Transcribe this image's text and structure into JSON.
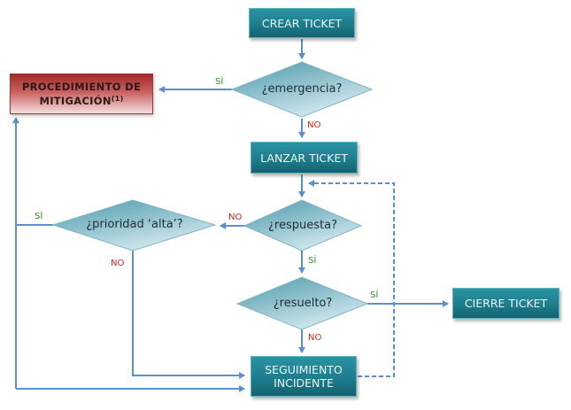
{
  "diagram": {
    "type": "flowchart",
    "language": "es",
    "colors": {
      "process_fill": "#1e7d8c",
      "process_text": "#e8f4f6",
      "mitigation_fill": "#b84444",
      "decision_fill": "#8fc0cc",
      "connector": "#5b8fd0",
      "yes_label": "#3a8a2a",
      "no_label": "#e8231b"
    },
    "nodes": {
      "crear_ticket": "CREAR TICKET",
      "emergencia": "¿emergencia?",
      "mitigacion": "PROCEDIMIENTO DE MITIGACIÓN",
      "mitigacion_line1": "PROCEDIMIENTO DE",
      "mitigacion_line2": "MITIGACIÓN",
      "mitigacion_note": "(1)",
      "lanzar_ticket": "LANZAR TICKET",
      "respuesta": "¿respuesta?",
      "prioridad_alta": "¿prioridad ‘alta’?",
      "resuelto": "¿resuelto?",
      "cierre_ticket": "CIERRE TICKET",
      "seguimiento_line1": "SEGUIMIENTO",
      "seguimiento_line2": "INCIDENTE"
    },
    "edge_labels": {
      "emergencia_si": "SÍ",
      "emergencia_no": "NO",
      "respuesta_no": "NO",
      "respuesta_si": "SÍ",
      "prioridad_si": "SÍ",
      "prioridad_no": "NO",
      "resuelto_si": "SÍ",
      "resuelto_no": "NO"
    },
    "edges": [
      {
        "from": "CREAR TICKET",
        "to": "¿emergencia?",
        "style": "solid"
      },
      {
        "from": "¿emergencia?",
        "to": "PROCEDIMIENTO DE MITIGACIÓN",
        "label": "SÍ",
        "style": "solid"
      },
      {
        "from": "¿emergencia?",
        "to": "LANZAR TICKET",
        "label": "NO",
        "style": "solid"
      },
      {
        "from": "LANZAR TICKET",
        "to": "¿respuesta?",
        "style": "solid"
      },
      {
        "from": "¿respuesta?",
        "to": "¿prioridad ‘alta’?",
        "label": "NO",
        "style": "solid"
      },
      {
        "from": "¿respuesta?",
        "to": "¿resuelto?",
        "label": "SÍ",
        "style": "solid"
      },
      {
        "from": "¿prioridad ‘alta’?",
        "to": "PROCEDIMIENTO DE MITIGACIÓN",
        "label": "SÍ",
        "style": "solid"
      },
      {
        "from": "¿prioridad ‘alta’?",
        "to": "SEGUIMIENTO INCIDENTE",
        "label": "NO",
        "style": "solid"
      },
      {
        "from": "¿resuelto?",
        "to": "CIERRE TICKET",
        "label": "SÍ",
        "style": "solid"
      },
      {
        "from": "¿resuelto?",
        "to": "SEGUIMIENTO INCIDENTE",
        "label": "NO",
        "style": "solid"
      },
      {
        "from": "SEGUIMIENTO INCIDENTE",
        "to": "¿respuesta?",
        "style": "dashed"
      },
      {
        "from": "PROCEDIMIENTO DE MITIGACIÓN",
        "to": "SEGUIMIENTO INCIDENTE",
        "style": "solid"
      }
    ]
  }
}
